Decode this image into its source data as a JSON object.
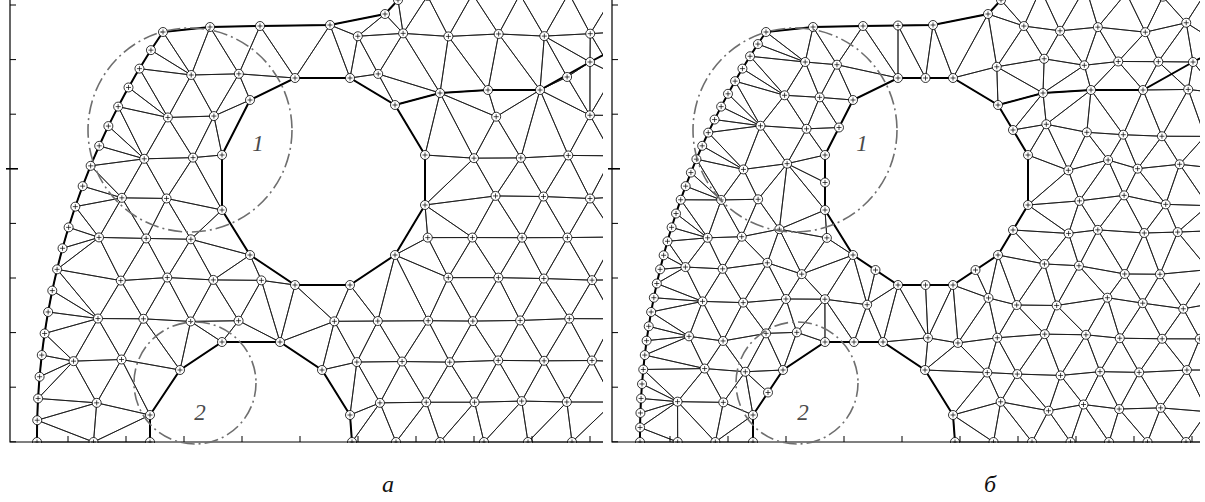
{
  "diagram": {
    "nodes": [
      {
        "text": [
          "1"
        ]
      },
      {
        "text": [
          "2"
        ]
      },
      {
        "text": [
          "1"
        ]
      },
      {
        "text": [
          "2"
        ]
      }
    ],
    "labels": [
      "а",
      "б"
    ]
  }
}
